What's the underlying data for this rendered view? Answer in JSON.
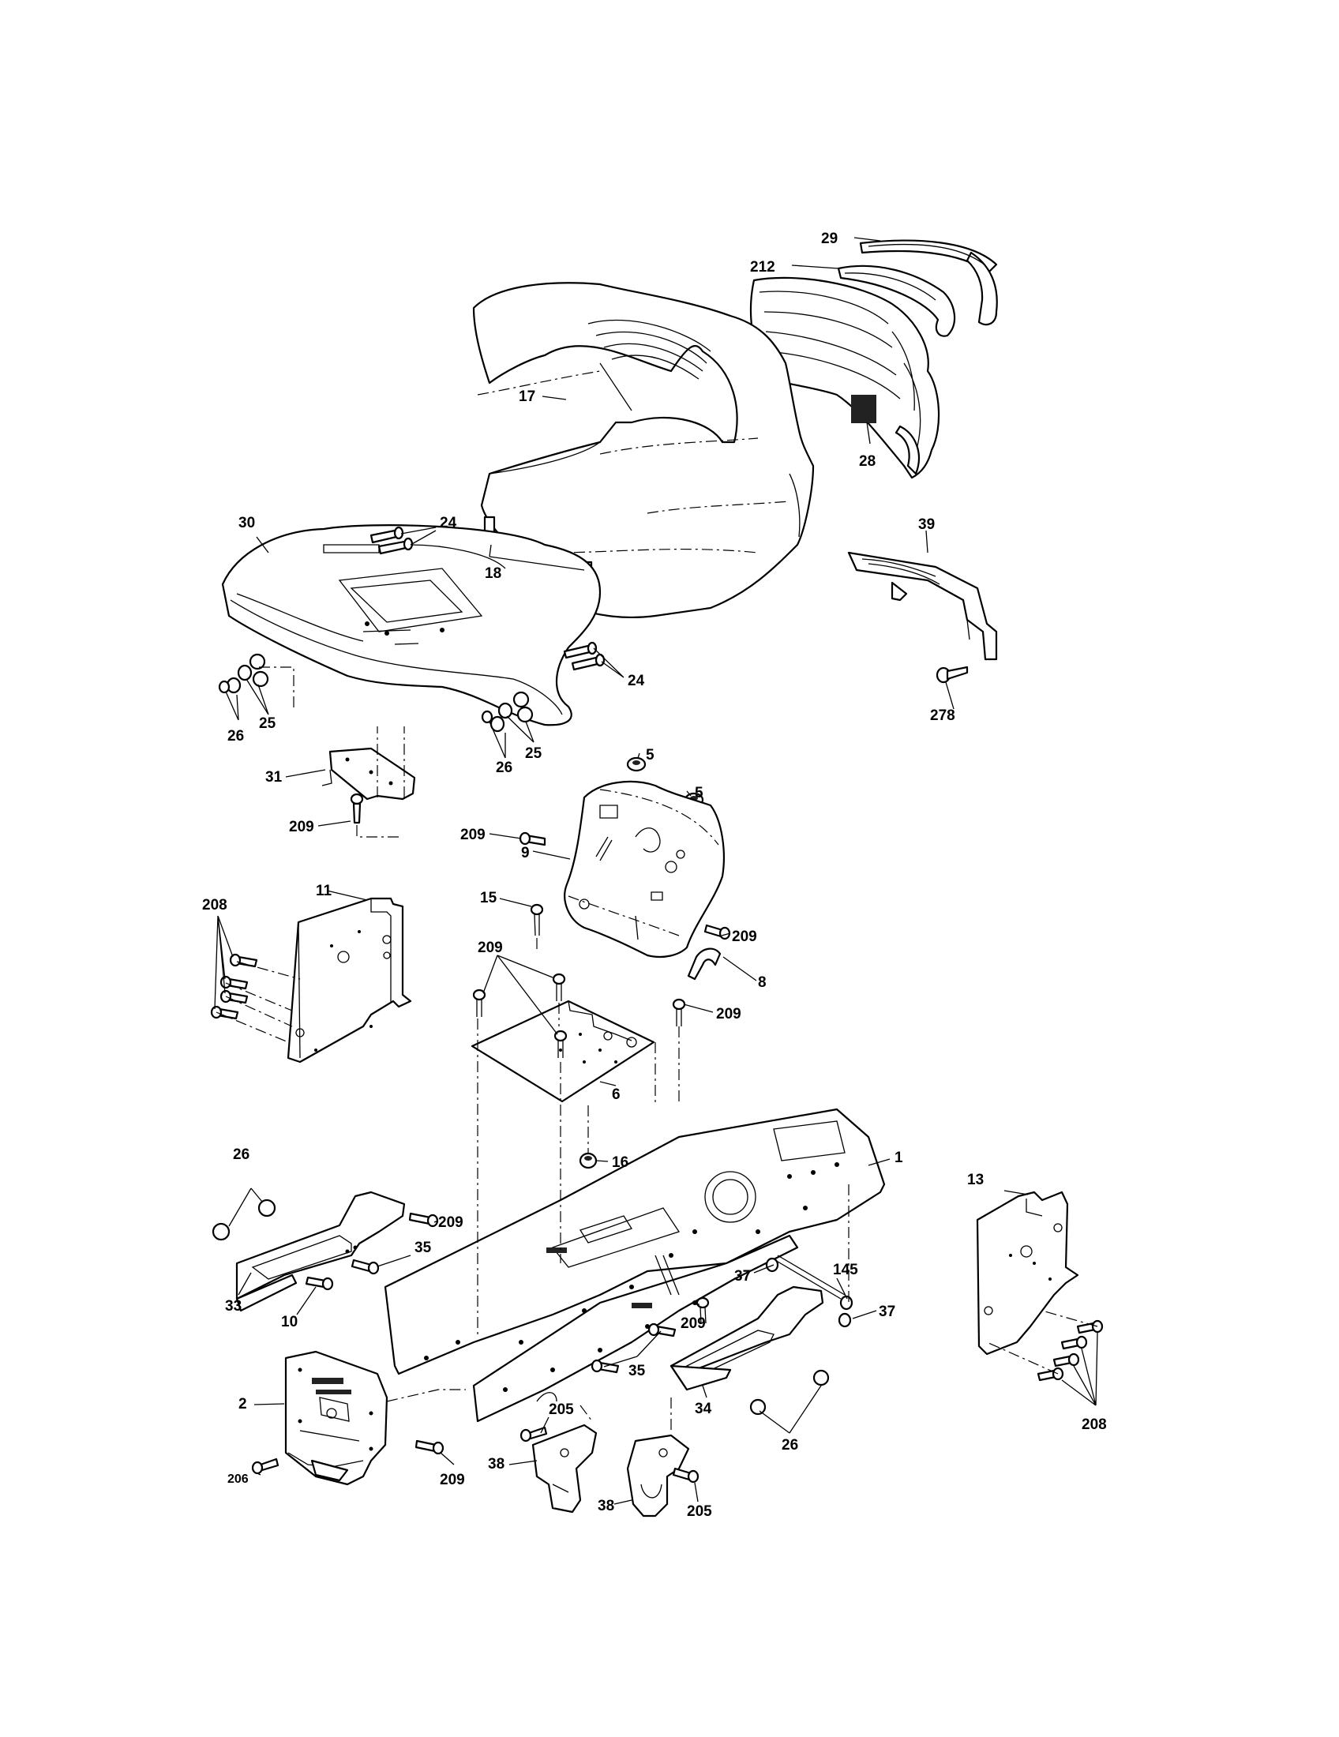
{
  "diagram": {
    "labels": {
      "l29": "29",
      "l212": "212",
      "l17": "17",
      "l28": "28",
      "l30": "30",
      "l24a": "24",
      "l18": "18",
      "l39": "39",
      "l24b": "24",
      "l25a": "25",
      "l26a": "26",
      "l25b": "25",
      "l26b": "26",
      "l278": "278",
      "l5a": "5",
      "l5b": "5",
      "l31": "31",
      "l209a": "209",
      "l209b": "209",
      "l9": "9",
      "l11": "11",
      "l208a": "208",
      "l15": "15",
      "l209c": "209",
      "l209d": "209",
      "l8": "8",
      "l209e": "209",
      "l6": "6",
      "l16": "16",
      "l1": "1",
      "l26c": "26",
      "l209f": "209",
      "l13": "13",
      "l35a": "35",
      "l33": "33",
      "l10": "10",
      "l37a": "37",
      "l145": "145",
      "l37b": "37",
      "l209g": "209",
      "l2": "2",
      "l35b": "35",
      "l34": "34",
      "l205a": "205",
      "l26d": "26",
      "l208b": "208",
      "l38a": "38",
      "l206": "206",
      "l209h": "209",
      "l38b": "38",
      "l205b": "205"
    }
  }
}
